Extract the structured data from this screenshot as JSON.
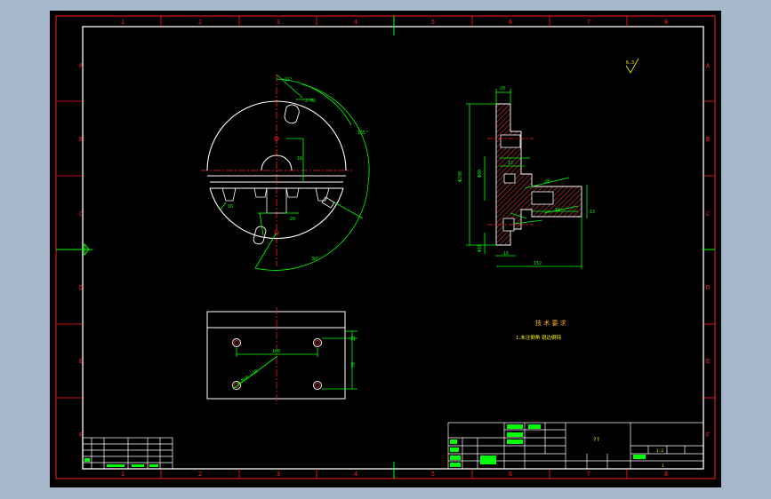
{
  "colors": {
    "background": "#a8b8cc",
    "canvas": "#000000",
    "frame": "#ff2020",
    "geometry": "#ffffff",
    "dimension": "#00ff00",
    "centerline": "#ff2020",
    "hatch": "#ff4040",
    "tech_title": "#ffb020",
    "tech_text": "#ffff00",
    "title_block_text": "#ffff00",
    "cursor": "#00ff00"
  },
  "frame": {
    "columns": [
      "1",
      "2",
      "3",
      "4",
      "5",
      "6",
      "7",
      "8"
    ],
    "rows": [
      "A",
      "B",
      "C",
      "D",
      "E",
      "F"
    ]
  },
  "front_view": {
    "dim_15": "15°",
    "dim_2m6": "2-M6",
    "dim_165": "165°",
    "dim_18": "18",
    "dim_30": "30°",
    "dim_r16": "16",
    "dim_r20": "20"
  },
  "section_view": {
    "dim_top": "20",
    "dim_phi_outer": "Φ290",
    "dim_phi_mid": "Φ80",
    "dim_left_low": "Φ10",
    "dim_13": "13",
    "dim_28": "28",
    "dim_10": "10",
    "dim_16": "16",
    "dim_152": "152",
    "dim_right": "13"
  },
  "plan_view": {
    "dim_holes": "4-M10 ↧18",
    "dim_span": "100",
    "dim_22": "22",
    "dim_70": "70"
  },
  "surface_finish": "6.3",
  "tech_requirements": {
    "title": "技 术 要 求",
    "line1": "1.未注倒角 锐边倒钝"
  },
  "title_block": {
    "part_name": "??",
    "scale": "1:2",
    "sheet": "1"
  }
}
